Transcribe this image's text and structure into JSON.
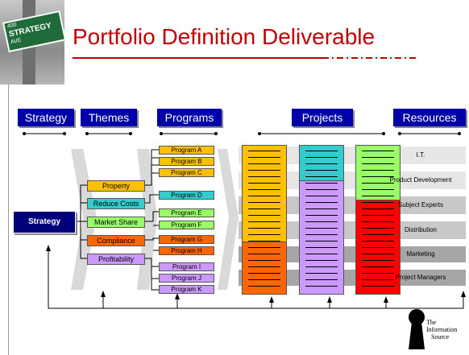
{
  "title": "Portfolio Definition Deliverable",
  "sign": {
    "line1": "400",
    "line2": "STRATEGY",
    "line3": "AVE"
  },
  "headers": {
    "strategy": "Strategy",
    "themes": "Themes",
    "programs": "Programs",
    "projects": "Projects",
    "resources": "Resources"
  },
  "strategy_box": "Strategy",
  "themes": [
    "Property",
    "Reduce Costs",
    "Market Share",
    "Compliance",
    "Profitability"
  ],
  "programs": [
    "Program A",
    "Program B",
    "Program C",
    "Program D",
    "Program E",
    "Program F",
    "Program G",
    "Program H",
    "Program I",
    "Program J",
    "Program K"
  ],
  "resources": [
    "I.T.",
    "Product Development",
    "Subject Experts",
    "Distribution",
    "Marketing",
    "Project Managers"
  ],
  "logo": {
    "line1": "The",
    "line2": "Information",
    "line3": "Source"
  },
  "colors": {
    "title": "#c00000",
    "header_bg": "#0000a8",
    "yellow": "#ffc000",
    "cyan": "#33cccc",
    "green": "#99ff66",
    "orange": "#ff6600",
    "purple": "#cc99ff",
    "red": "#ff0000"
  }
}
